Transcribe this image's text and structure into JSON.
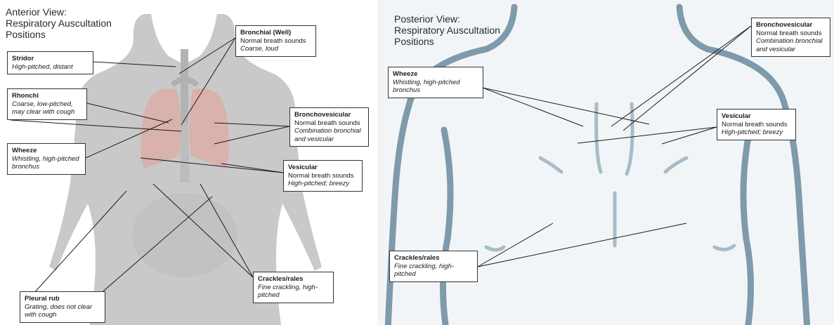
{
  "anterior": {
    "title_lines": [
      "Anterior View:",
      "Respiratory Auscultation",
      "Positions"
    ],
    "callouts": {
      "bronchial": {
        "title": "Bronchial (Well)",
        "subtitle": "Normal breath sounds",
        "desc": "Coarse, loud"
      },
      "stridor": {
        "title": "Stridor",
        "desc": "High-pitched, distant"
      },
      "rhonchi": {
        "title": "Rhonchi",
        "desc": "Coarse, low-pitched, may clear with cough"
      },
      "bronchovesicular": {
        "title": "Bronchovesicular",
        "subtitle": "Normal breath sounds",
        "desc": "Combination bronchial and vesicular"
      },
      "wheeze": {
        "title": "Wheeze",
        "desc": "Whistling, high-pitched bronchus"
      },
      "vesicular": {
        "title": "Vesicular",
        "subtitle": "Normal breath sounds",
        "desc": "High-pitched; breezy"
      },
      "crackles": {
        "title": "Crackles/rales",
        "desc": "Fine crackling, high-pitched"
      },
      "pleural_rub": {
        "title": "Pleural rub",
        "desc": "Grating, does not clear with cough"
      }
    }
  },
  "posterior": {
    "title_lines": [
      "Posterior View:",
      "Respiratory Auscultation",
      "Positions"
    ],
    "callouts": {
      "wheeze": {
        "title": "Wheeze",
        "desc": "Whistling, high-pitched bronchus"
      },
      "bronchovesicular": {
        "title": "Bronchovesicular",
        "subtitle": "Normal breath sounds",
        "desc": "Combination bronchial and vesicular"
      },
      "vesicular": {
        "title": "Vesicular",
        "subtitle": "Normal breath sounds",
        "desc": "High-pitched; breezy"
      },
      "crackles": {
        "title": "Crackles/rales",
        "desc": "Fine crackling, high-pitched"
      }
    }
  },
  "colors": {
    "body_fill": "#c9c9c9",
    "lung_fill": "#d9b1ad",
    "posterior_background": "#f2f5f7",
    "posterior_outline": "#7e9aab",
    "leader_line": "#1a1a1a",
    "callout_border": "#333333"
  }
}
